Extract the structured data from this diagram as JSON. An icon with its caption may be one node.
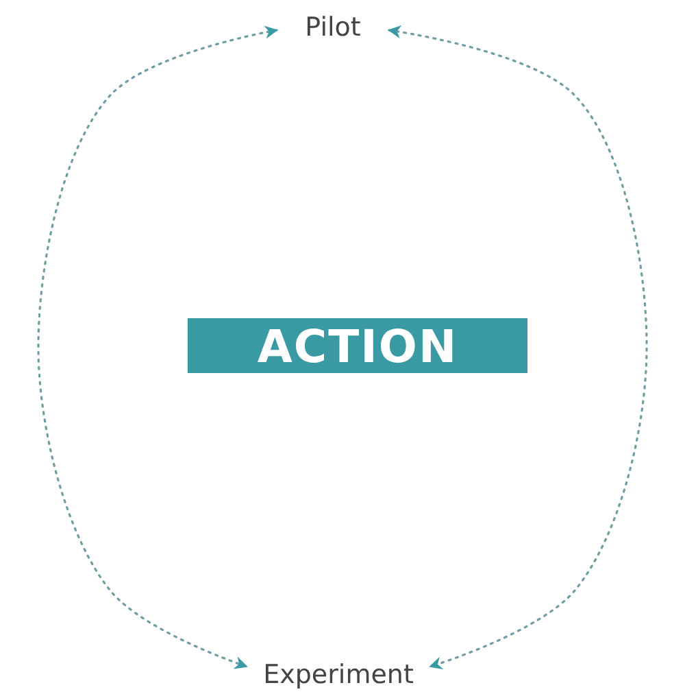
{
  "diagram": {
    "nodes": [
      {
        "text": [
          "Pilot"
        ]
      },
      {
        "text": [
          "ACTION"
        ]
      },
      {
        "text": [
          "Experiment"
        ]
      }
    ],
    "edges": [
      {
        "from": 0,
        "to": 2,
        "arrow": "both",
        "style": "dashed"
      },
      {
        "from": 0,
        "to": 2,
        "arrow": "both",
        "style": "dashed"
      }
    ]
  }
}
